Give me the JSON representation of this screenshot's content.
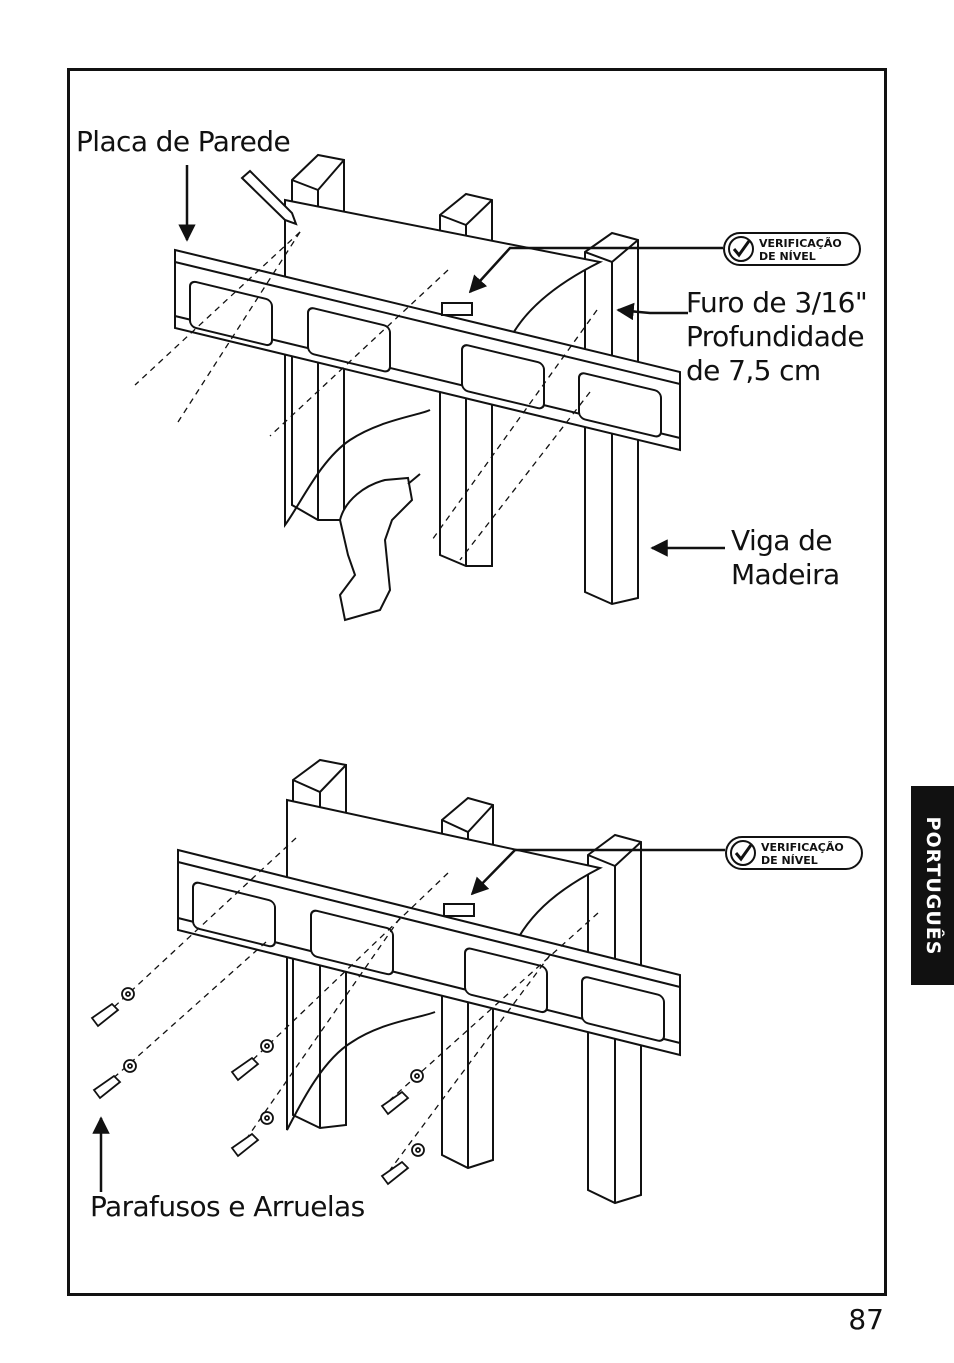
{
  "figure1": {
    "label_wall_plate": "Placa de Parede",
    "label_hole_line1": "Furo de 3/16\"",
    "label_hole_line2": "Profundidade",
    "label_hole_line3": "de 7,5 cm",
    "label_stud_line1": "Viga de",
    "label_stud_line2": "Madeira",
    "badge_line1": "VERIFICAÇÃO",
    "badge_line2": "DE NÍVEL"
  },
  "figure2": {
    "label_screws": "Parafusos e Arruelas",
    "badge_line1": "VERIFICAÇÃO",
    "badge_line2": "DE NÍVEL"
  },
  "side_tab": {
    "label": "PORTUGUÊS"
  },
  "page_number": "87"
}
